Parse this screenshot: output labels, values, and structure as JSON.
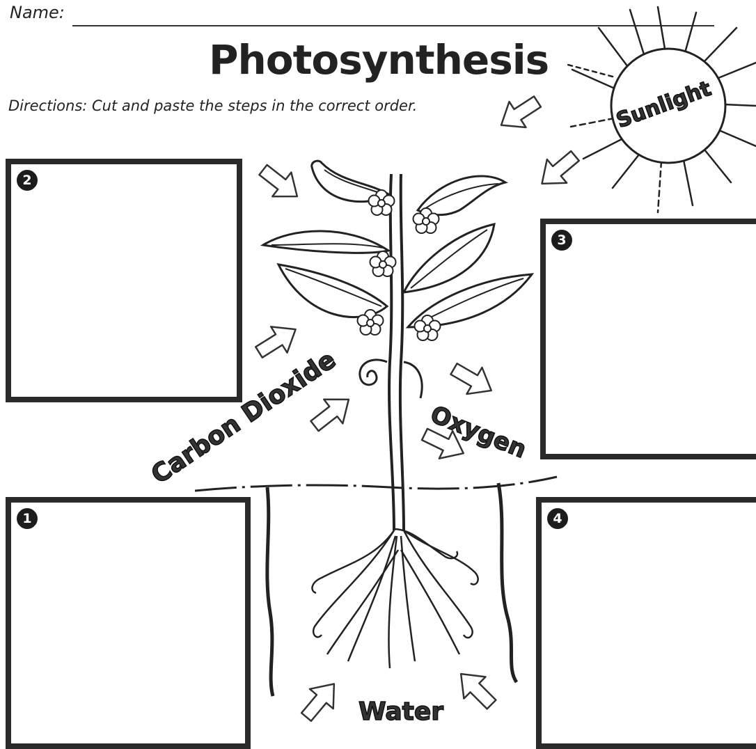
{
  "header": {
    "name_label": "Name:",
    "title": "Photosynthesis",
    "directions": "Directions: Cut and paste the steps in the correct order."
  },
  "labels": {
    "sunlight": "Sunlight",
    "carbon_dioxide": "Carbon Dioxide",
    "oxygen": "Oxygen",
    "water": "Water"
  },
  "step_boxes": [
    {
      "number": "1"
    },
    {
      "number": "2"
    },
    {
      "number": "3"
    },
    {
      "number": "4"
    }
  ]
}
